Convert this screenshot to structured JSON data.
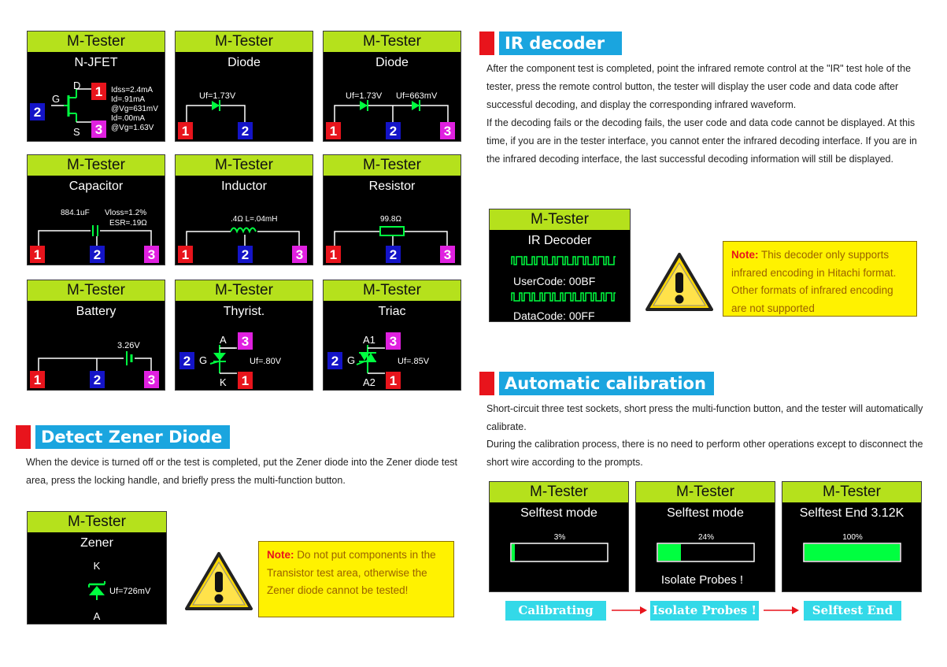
{
  "tester_header": "M-Tester",
  "screens": {
    "jfet": {
      "title": "N-JFET",
      "pin_d": "D",
      "pin_g": "G",
      "pin_s": "S",
      "lines": [
        "Idss=2.4mA",
        "Id=.91mA",
        "@Vg=631mV",
        "Id=.00mA",
        "@Vg=1.63V"
      ]
    },
    "diode1": {
      "title": "Diode",
      "uf": "Uf=1.73V"
    },
    "diode2": {
      "title": "Diode",
      "uf1": "Uf=1.73V",
      "uf2": "Uf=663mV"
    },
    "capacitor": {
      "title": "Capacitor",
      "value": "884.1uF",
      "vloss": "Vloss=1.2%",
      "esr": "ESR=.19Ω"
    },
    "inductor": {
      "title": "Inductor",
      "value": ".4Ω  L=.04mH"
    },
    "resistor": {
      "title": "Resistor",
      "value": "99.8Ω"
    },
    "battery": {
      "title": "Battery",
      "value": "3.26V"
    },
    "thyristor": {
      "title": "Thyrist.",
      "pin_a": "A",
      "pin_g": "G",
      "pin_k": "K",
      "uf": "Uf=.80V"
    },
    "triac": {
      "title": "Triac",
      "pin_a1": "A1",
      "pin_g": "G",
      "pin_a2": "A2",
      "uf": "Uf=.85V"
    },
    "zener": {
      "title": "Zener",
      "pin_k": "K",
      "pin_a": "A",
      "uf": "Uf=726mV"
    },
    "ir": {
      "title": "IR Decoder",
      "user_code": "UserCode: 00BF",
      "data_code": "DataCode: 00FF"
    },
    "cal1": {
      "title": "Selftest mode",
      "percent": "3%",
      "progress": 0.03
    },
    "cal2": {
      "title": "Selftest mode",
      "percent": "24%",
      "progress": 0.24,
      "msg": "Isolate Probes !"
    },
    "cal3": {
      "title": "Selftest End 3.12K",
      "percent": "100%",
      "progress": 1.0
    }
  },
  "pins": {
    "p1": "1",
    "p2": "2",
    "p3": "3"
  },
  "colors": {
    "pin1": "#e8141c",
    "pin2": "#1414c8",
    "pin3": "#e020e0",
    "header_green": "#b5e11c",
    "trace_green": "#00ff40",
    "section_blue": "#1aa5df",
    "section_red": "#e8141c"
  },
  "zener_section": {
    "heading": "Detect Zener Diode",
    "text": "When the device is turned off or the test is completed, put the Zener diode into the Zener diode test area, press the locking handle, and briefly press the multi-function button.",
    "note_label": "Note:",
    "note_text": " Do not put components in the Transistor test area, otherwise the Zener diode cannot be tested!"
  },
  "ir_section": {
    "heading": "IR decoder",
    "text1": "After the component test is completed, point the infrared remote control at the \"IR\" test hole of the tester, press the remote control button, the tester will display the user code and data code after successful decoding, and display the corresponding infrared waveform.",
    "text2": "If the decoding fails or the decoding fails, the user code and data code cannot be displayed. At this time, if you are in the tester interface, you cannot enter the infrared decoding interface. If you are in the infrared decoding interface, the last successful decoding information will still be displayed.",
    "note_label": "Note:",
    "note_text": " This decoder only supports infrared encoding in Hitachi format. Other formats of infrared encoding are not supported"
  },
  "cal_section": {
    "heading": "Automatic calibration",
    "text1": "Short-circuit three test sockets, short press the multi-function button, and the tester will automatically calibrate.",
    "text2": "During the calibration process, there is no need to perform other operations except to disconnect the short wire according to the prompts.",
    "steps": [
      "Calibrating",
      "Isolate Probes !",
      "Selftest End"
    ]
  }
}
